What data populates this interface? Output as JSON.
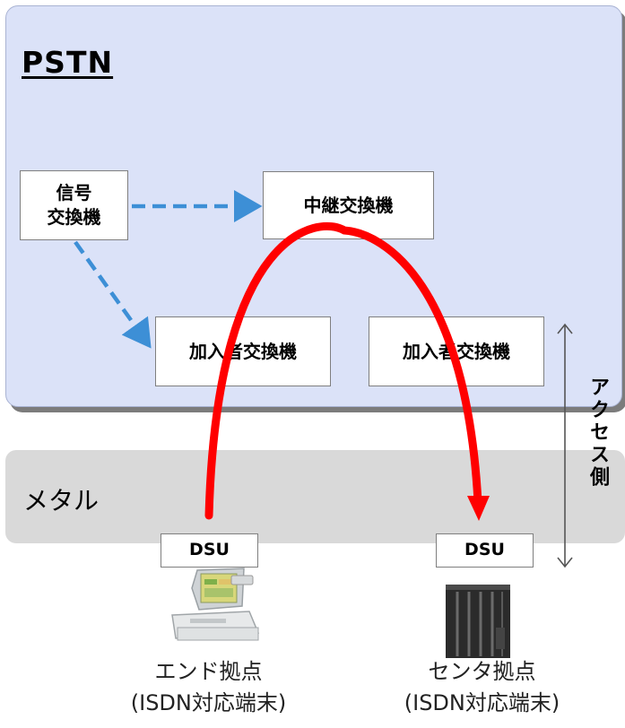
{
  "pstn": {
    "title": "PSTN"
  },
  "switches": {
    "signal": "信号\n交換機",
    "relay": "中継交換機",
    "subscriber_left": "加入者交換機",
    "subscriber_right": "加入者交換機"
  },
  "access": {
    "band_label": "メタル",
    "side_label": "アクセス側"
  },
  "dsu": {
    "left": "DSU",
    "right": "DSU"
  },
  "sites": {
    "end": "エンド拠点\n(ISDN対応端末)",
    "center": "センタ拠点\n(ISDN対応端末)"
  },
  "colors": {
    "path": "#ff0000",
    "signaling": "#3d8fd6",
    "pstn_bg": "#dbe2f8",
    "metal_bg": "#d9d9d9"
  },
  "icons": {
    "end_terminal": "pos-terminal-icon",
    "center_server": "server-rack-icon"
  }
}
